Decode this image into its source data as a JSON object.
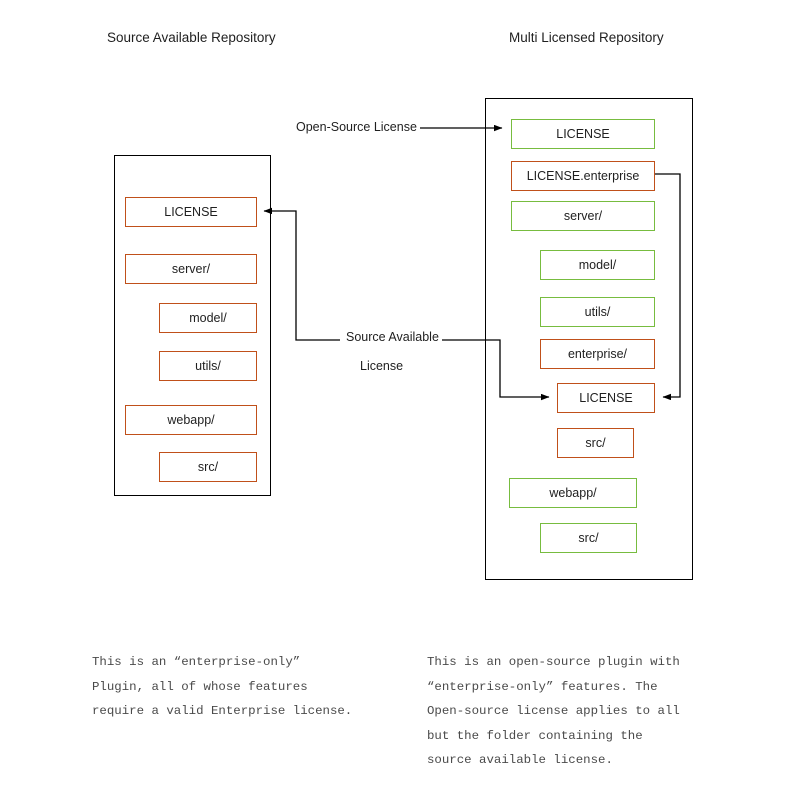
{
  "titles": {
    "left": "Source Available Repository",
    "right": "Multi Licensed Repository"
  },
  "colors": {
    "source_available": "#c0501a",
    "open_source": "#77bc3f",
    "panel_border": "#000000",
    "arrow": "#000000",
    "caption_text": "#4a4a4a"
  },
  "edge_labels": {
    "open_source_license": "Open-Source License",
    "source_available_line1": "Source Available",
    "source_available_line2": "License"
  },
  "left_panel": {
    "nodes": [
      {
        "label": "LICENSE",
        "license": "source-available",
        "indent": 0
      },
      {
        "label": "server/",
        "license": "source-available",
        "indent": 0
      },
      {
        "label": "model/",
        "license": "source-available",
        "indent": 1
      },
      {
        "label": "utils/",
        "license": "source-available",
        "indent": 1
      },
      {
        "label": "webapp/",
        "license": "source-available",
        "indent": 0
      },
      {
        "label": "src/",
        "license": "source-available",
        "indent": 1
      }
    ]
  },
  "right_panel": {
    "nodes": [
      {
        "label": "LICENSE",
        "license": "open-source",
        "indent": 0
      },
      {
        "label": "LICENSE.enterprise",
        "license": "source-available",
        "indent": 0
      },
      {
        "label": "server/",
        "license": "open-source",
        "indent": 0
      },
      {
        "label": "model/",
        "license": "open-source",
        "indent": 1
      },
      {
        "label": "utils/",
        "license": "open-source",
        "indent": 1
      },
      {
        "label": "enterprise/",
        "license": "source-available",
        "indent": 1
      },
      {
        "label": "LICENSE",
        "license": "source-available",
        "indent": 2
      },
      {
        "label": "src/",
        "license": "source-available",
        "indent": 2
      },
      {
        "label": "webapp/",
        "license": "open-source",
        "indent": 0
      },
      {
        "label": "src/",
        "license": "open-source",
        "indent": 1
      }
    ]
  },
  "captions": {
    "left": "This is an “enterprise-only”\nPlugin, all of whose features\nrequire a valid Enterprise license.",
    "right": "This is an open-source plugin with\n“enterprise-only” features. The\nOpen-source license applies to all\nbut the folder containing the\nsource available license."
  }
}
